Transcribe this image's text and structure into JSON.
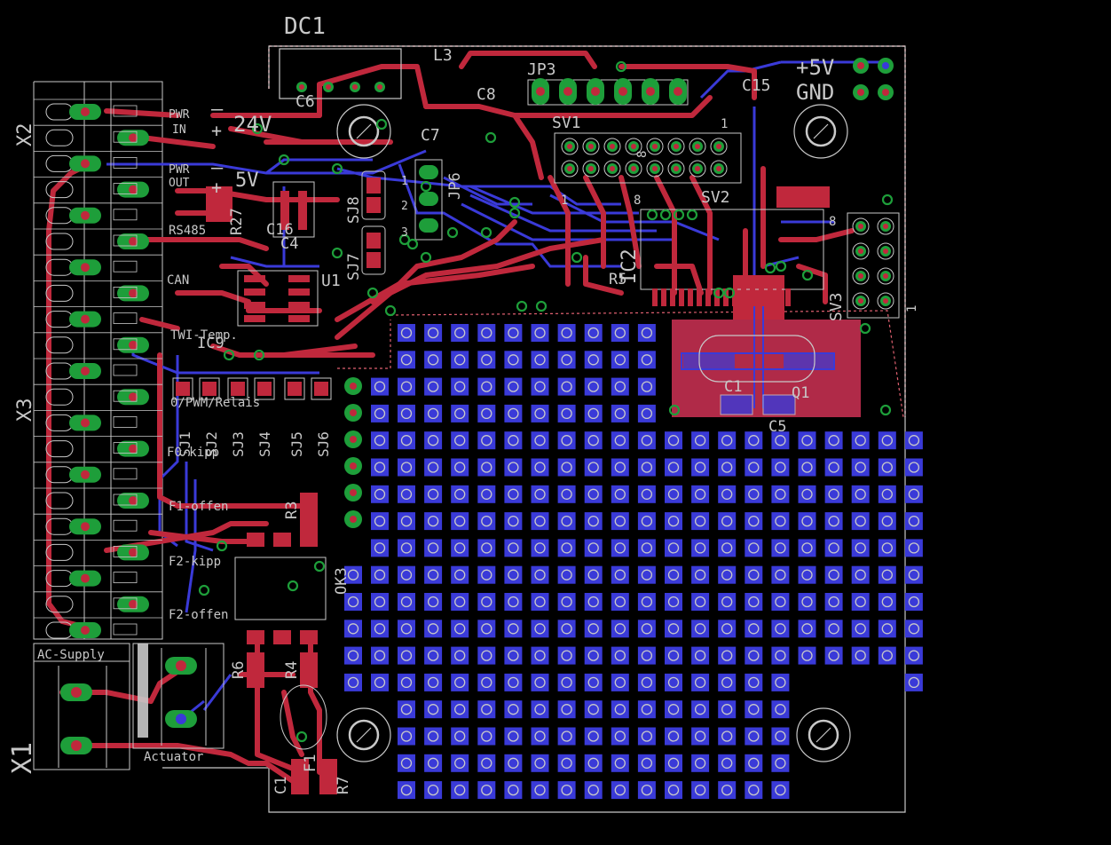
{
  "colors": {
    "background": "#000000",
    "top_copper": "#c0283c",
    "bottom_copper": "#3a3ad8",
    "pad": "#1e9e3a",
    "silkscreen": "#c8c8c8",
    "drill": "#ffffff",
    "outline": "#e06070"
  },
  "labels": {
    "dc1": "DC1",
    "l3": "L3",
    "jp3": "JP3",
    "plus5v": "+5V",
    "gnd": "GND",
    "c15": "C15",
    "c6": "C6",
    "c8": "C8",
    "c7": "C7",
    "sv1": "SV1",
    "sv2": "SV2",
    "sv3": "SV3",
    "x2": "X2",
    "x3": "X3",
    "x1": "X1",
    "pwr_in": "PWR",
    "in": "IN",
    "v24": "24V",
    "pwr_out": "PWR",
    "out": "OUT",
    "v5": "5V",
    "rs485": "RS485",
    "r27": "R27",
    "c16": "C16",
    "c4": "C4",
    "sj8": "SJ8",
    "sj7": "SJ7",
    "jp6": "JP6",
    "can": "CAN",
    "u1": "U1",
    "twi_temp": "TWI-Temp.",
    "ic9": "IC9",
    "ic2": "IC2",
    "r5": "R5",
    "c1_xtal": "C1",
    "q1": "Q1",
    "c5": "C5",
    "pwm_relais": "0/PWM/Relais",
    "sj1": "SJ1",
    "sj2": "SJ2",
    "sj3": "SJ3",
    "sj4": "SJ4",
    "sj5": "SJ5",
    "sj6": "SJ6",
    "f0_kipp": "F0-kipp",
    "f1_offen": "F1-offen",
    "f2_kipp": "F2-kipp",
    "f2_offen": "F2-offen",
    "r3": "R3",
    "ok3": "OK3",
    "ac_supply": "AC-Supply",
    "actuator": "Actuator",
    "r6": "R6",
    "r4": "R4",
    "c1": "C1",
    "f1": "F1",
    "r7": "R7",
    "pin_1a": "1",
    "pin_2a": "2",
    "pin_3a": "3",
    "pin_1b": "1",
    "pin_8b": "8",
    "pin_1c": "1",
    "pin_8c": "8",
    "pin_1d": "1",
    "pin_8d": "8",
    "minus1": "–",
    "plus1": "+",
    "minus2": "–",
    "plus2": "+"
  }
}
